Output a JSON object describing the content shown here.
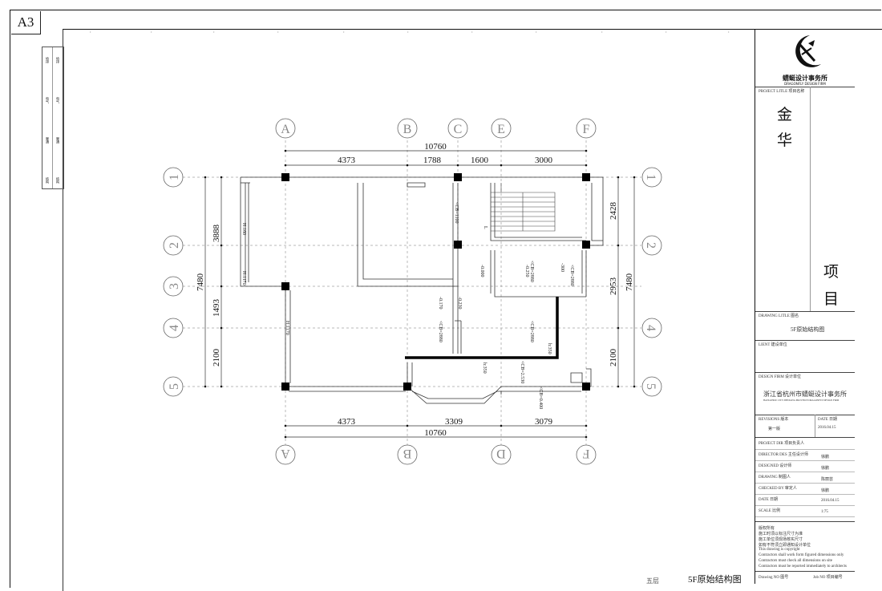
{
  "sheet_size": "A3",
  "drawing_title": "5F原始结构图",
  "grid_top": [
    "A",
    "B",
    "C",
    "E",
    "F"
  ],
  "grid_bottom": [
    "A",
    "B",
    "D",
    "F"
  ],
  "grid_side": [
    "1",
    "2",
    "3",
    "4",
    "5"
  ],
  "dims_top": [
    "4373",
    "1788",
    "1600",
    "3000"
  ],
  "dim_top_total": "10760",
  "dims_bottom": [
    "4373",
    "3309",
    "3079"
  ],
  "dim_bottom_total": "10760",
  "dims_left": [
    "3888",
    "1493",
    "2100"
  ],
  "dim_left_total": "7480",
  "dims_right": [
    "2428",
    "2953",
    "2100"
  ],
  "dim_right_total": "7480",
  "annotations": {
    "h160": "H:160",
    "h1170a": "H:1170",
    "h1170b": "H:1170",
    "cb1100": "<CB=1100",
    "n000": "-0.000",
    "cb2880a": "<CB=2880",
    "n250": "-0.250",
    "n300": "-300",
    "cb2880b": "<CB=2880",
    "n170": "-0.170",
    "n230": "-0.230",
    "cb2880c": "<CB=2880",
    "cb2880d": "<CB=2880",
    "h350a": "h:350",
    "h350b": "h:350",
    "cb2530": "<CB=2.530",
    "cb0400": "<CB=0.400",
    "l_mark": "L"
  },
  "title_block": {
    "firm_name_cn": "蜻蜓设计事务所",
    "firm_name_en": "DRAGONFLY DESIGN FIRM",
    "project_title_label": "PROJECT LITLE  项目名称",
    "project_name": [
      "金",
      "华"
    ],
    "project_suffix": [
      "项",
      "目"
    ],
    "drawing_title_label": "DRAWING LITLE  图名",
    "drawing_title_value": "5F原始结构图",
    "client_label": "LIENT  建设单位",
    "design_firm_label": "DESIGN FIRM  设计单位",
    "design_firm_value": "浙江省杭州市蜻蜓设计事务所",
    "design_firm_value_en": "HANGZHOU CITY ZHEJIANG PROVINCE DRAGONFLY DESIGN FIRM",
    "revision_label": "REVISIONS  版本",
    "revision_value": "第一版",
    "date_label": "DATE  日期",
    "date_value": "2016.04.15",
    "rows": [
      {
        "label": "PROJECT DIR  项目负责人",
        "value": ""
      },
      {
        "label": "DIRECTOR DES  主任设计师",
        "value": "徐鹏"
      },
      {
        "label": "DESIGNED  设计师",
        "value": "徐鹏"
      },
      {
        "label": "DRAWING  制图人",
        "value": "陈丽芸"
      },
      {
        "label": "CHECKED BY  审定人",
        "value": "徐鹏"
      },
      {
        "label": "DATE  日期",
        "value": "2016.04.15"
      },
      {
        "label": "SCALE  比例",
        "value": "1:75"
      }
    ],
    "notes": [
      "版权所有",
      "施工时须以标注尺寸为准",
      "施工单位须现场核实尺寸",
      "如有不符须立即通知设计单位",
      "This drawing is copyright",
      "Contractors shall work form figured dimensions only",
      "Contractors must check all dimensions on site",
      "Contractors must be reported immediately to architects"
    ],
    "drawing_no_label": "Drawing NO  图号",
    "job_no_label": "Job NO  项目编号"
  },
  "left_strip": [
    "给排",
    "电气",
    "暖通",
    "结构",
    "建筑"
  ],
  "left_strip_right": [
    "给排",
    "电气",
    "暖通",
    "结构",
    "建筑"
  ],
  "bottom_caption": "5F原始结构图",
  "bottom_caption_prefix": "五层"
}
